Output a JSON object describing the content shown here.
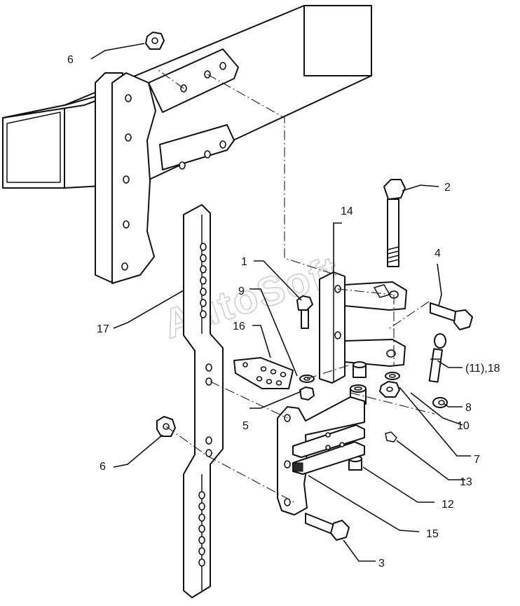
{
  "watermark": "AutoSoft",
  "callouts": {
    "c1": "1",
    "c2": "2",
    "c3": "3",
    "c4": "4",
    "c5": "5",
    "c6a": "6",
    "c6b": "6",
    "c7": "7",
    "c8": "8",
    "c9": "9",
    "c10": "10",
    "c11_18": "(11),18",
    "c12": "12",
    "c13": "13",
    "c14": "14",
    "c15": "15",
    "c16": "16",
    "c17": "17"
  }
}
